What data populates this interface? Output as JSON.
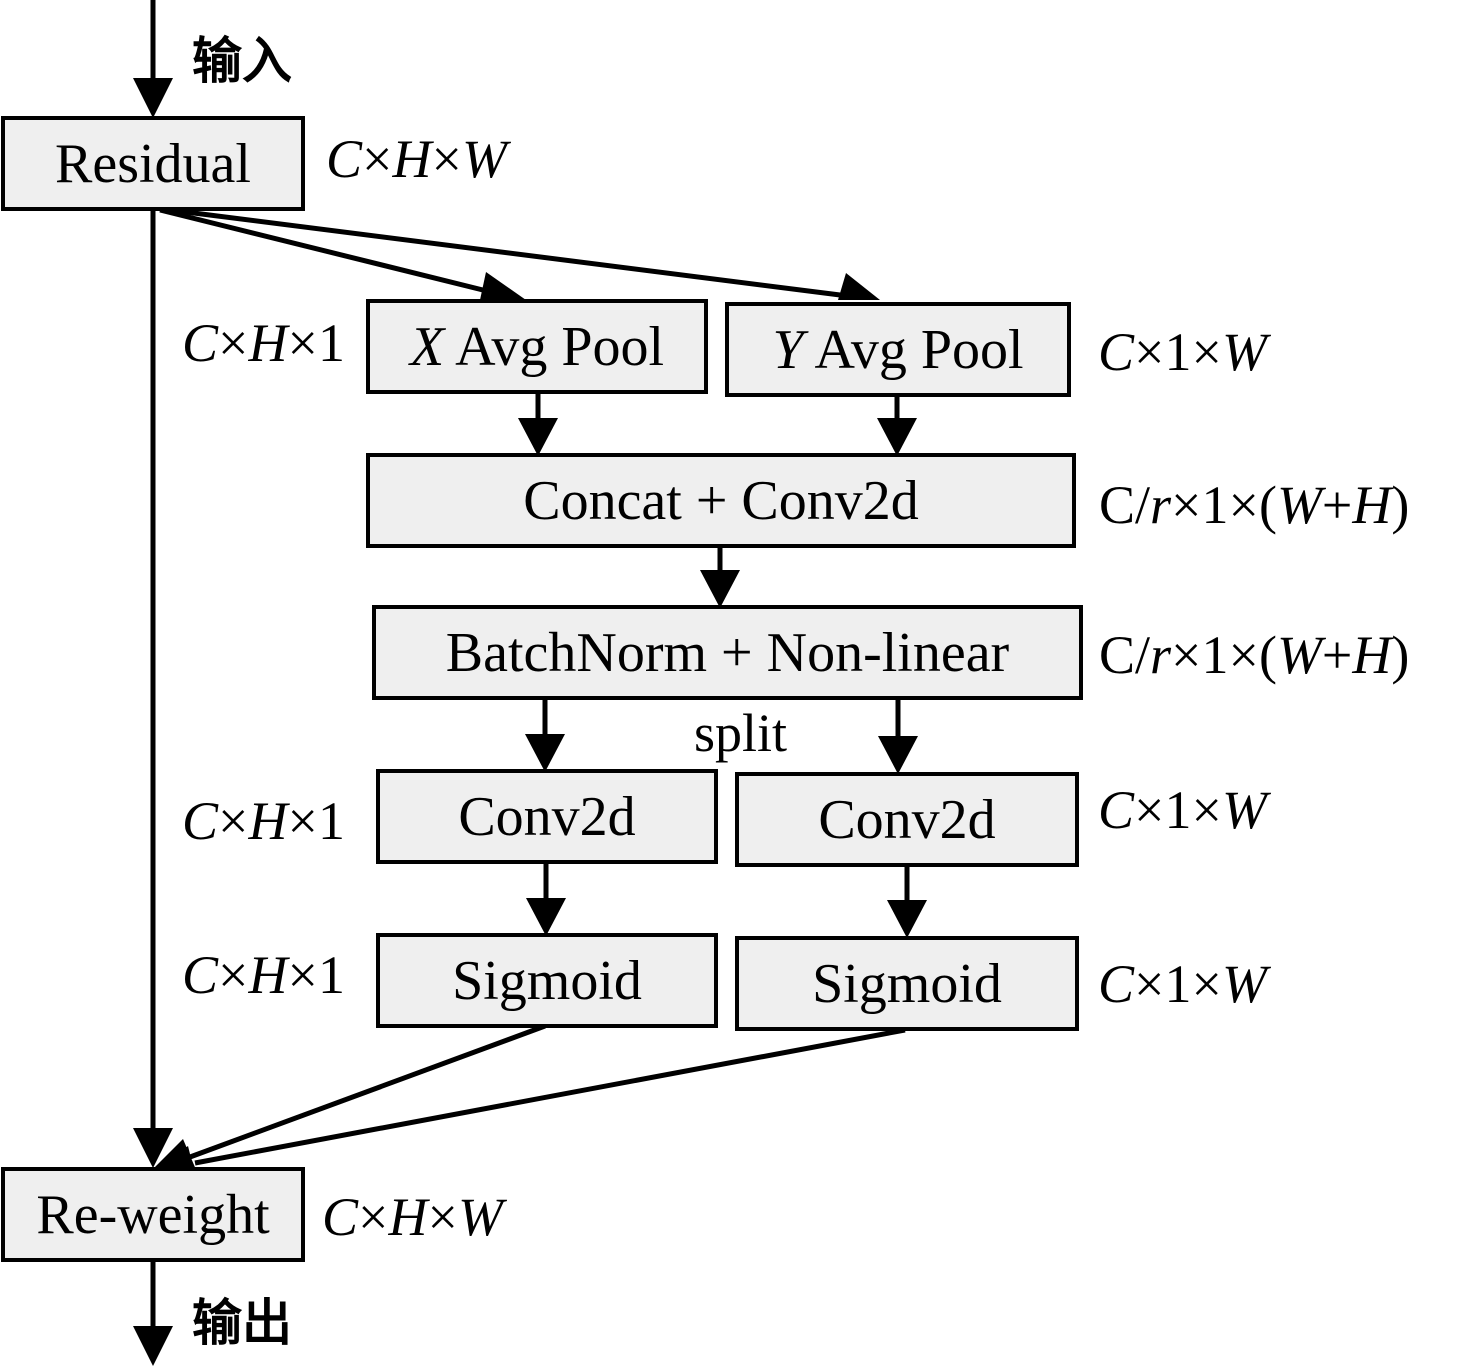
{
  "io": {
    "input": "输入",
    "output": "输出"
  },
  "boxes": {
    "residual": "Residual",
    "x_pool_var": "X",
    "x_pool_rest": " Avg Pool",
    "y_pool_var": "Y",
    "y_pool_rest": " Avg Pool",
    "concat": "Concat + Conv2d",
    "batchnorm": "BatchNorm + Non-linear",
    "conv_left": "Conv2d",
    "conv_right": "Conv2d",
    "sigmoid_left": "Sigmoid",
    "sigmoid_right": "Sigmoid",
    "reweight": "Re-weight"
  },
  "split_label": "split",
  "dims": {
    "residual": {
      "c": "C",
      "x1": "×",
      "h": "H",
      "x2": "×",
      "w": "W"
    },
    "x_pool": {
      "c": "C",
      "x1": "×",
      "h": "H",
      "rest": "×1"
    },
    "y_pool": {
      "c": "C",
      "mid": "×1×",
      "w": "W"
    },
    "concat": {
      "c": "C/",
      "r": "r",
      "mid": "×1×(",
      "w": "W",
      "plus": "+",
      "h": "H",
      "end": ")"
    },
    "batchnorm": {
      "c": "C/",
      "r": "r",
      "mid": "×1×(",
      "w": "W",
      "plus": "+",
      "h": "H",
      "end": ")"
    },
    "conv_left": {
      "c": "C",
      "x1": "×",
      "h": "H",
      "rest": "×1"
    },
    "conv_right": {
      "c": "C",
      "mid": "×1×",
      "w": "W"
    },
    "sigmoid_left": {
      "c": "C",
      "x1": "×",
      "h": "H",
      "rest": "×1"
    },
    "sigmoid_right": {
      "c": "C",
      "mid": "×1×",
      "w": "W"
    },
    "reweight": {
      "c": "C",
      "x1": "×",
      "h": "H",
      "x2": "×",
      "w": "W"
    }
  }
}
